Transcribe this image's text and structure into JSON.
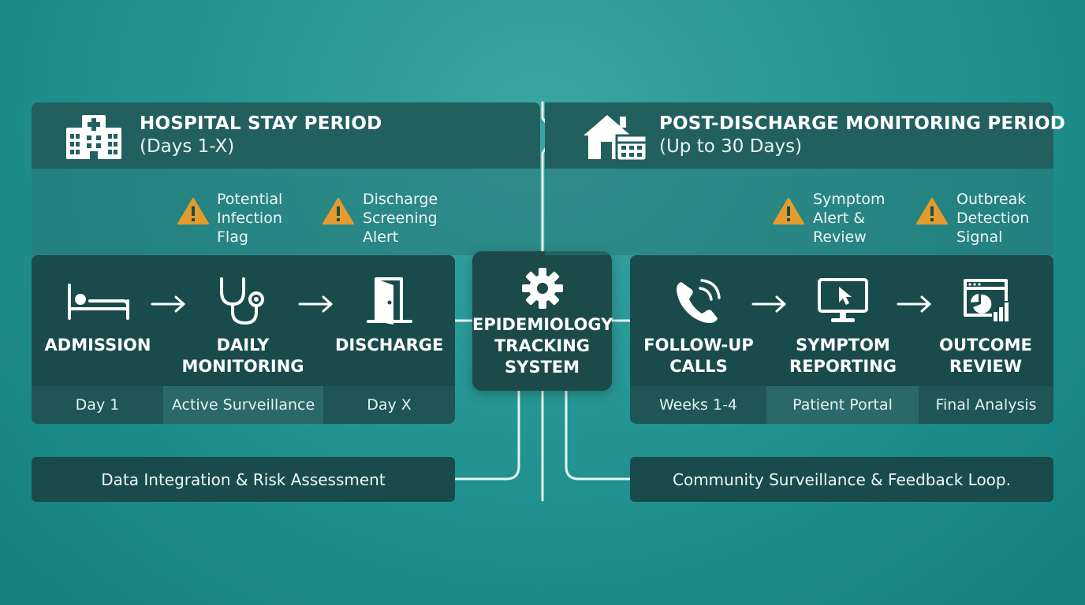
{
  "hospital": {
    "title": "HOSPITAL STAY PERIOD",
    "subtitle": "(Days 1-X)",
    "alerts": [
      {
        "text": "Potential Infection Flag"
      },
      {
        "text": "Discharge Screening Alert"
      }
    ],
    "steps": [
      {
        "label": "ADMISSION"
      },
      {
        "label": "DAILY MONITORING"
      },
      {
        "label": "DISCHARGE"
      }
    ],
    "cells": [
      "Day 1",
      "Active Surveillance",
      "Day X"
    ],
    "bottom": "Data Integration & Risk Assessment"
  },
  "post": {
    "title": "POST-DISCHARGE MONITORING PERIOD",
    "subtitle": "(Up to 30 Days)",
    "alerts": [
      {
        "text": "Symptom Alert & Review"
      },
      {
        "text": "Outbreak Detection Signal"
      }
    ],
    "steps": [
      {
        "label": "FOLLOW-UP CALLS"
      },
      {
        "label": "SYMPTOM REPORTING"
      },
      {
        "label": "OUTCOME REVIEW"
      }
    ],
    "cells": [
      "Weeks 1-4",
      "Patient Portal",
      "Final Analysis"
    ],
    "bottom": "Community Surveillance & Feedback Loop."
  },
  "hub": {
    "label": "EPIDEMIOLOGY TRACKING SYSTEM"
  },
  "icons": {
    "hospital": "hospital-building-icon",
    "home": "home-calendar-icon",
    "alert": "warning-triangle-icon",
    "bed": "bed-icon",
    "stethoscope": "stethoscope-icon",
    "door": "door-exit-icon",
    "phone": "phone-icon",
    "monitor": "monitor-cursor-icon",
    "report": "report-chart-icon",
    "gear": "gear-icon"
  },
  "colors": {
    "alert": "#e49b2d",
    "panel": "#1a4b4c",
    "band": "#21605f"
  }
}
